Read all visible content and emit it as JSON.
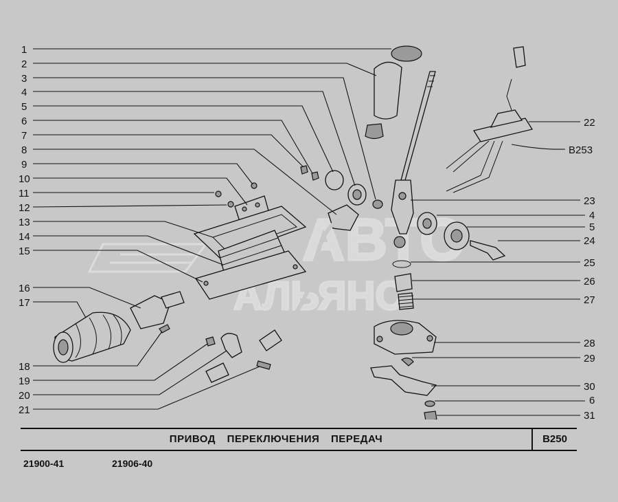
{
  "diagram": {
    "title": "ПРИВОД   ПЕРЕКЛЮЧЕНИЯ   ПЕРЕДАЧ",
    "code": "B250",
    "models": [
      "21900-41",
      "21906-40"
    ],
    "watermark": [
      "АВТО",
      "АЛЬЯНС"
    ],
    "left_callouts": [
      "1",
      "2",
      "3",
      "4",
      "5",
      "6",
      "7",
      "8",
      "9",
      "10",
      "11",
      "12",
      "13",
      "14",
      "15",
      "16",
      "17",
      "18",
      "19",
      "20",
      "21"
    ],
    "right_callouts": [
      "22",
      "B253",
      "23",
      "4",
      "5",
      "24",
      "25",
      "26",
      "27",
      "28",
      "29",
      "30",
      "6",
      "31"
    ]
  }
}
